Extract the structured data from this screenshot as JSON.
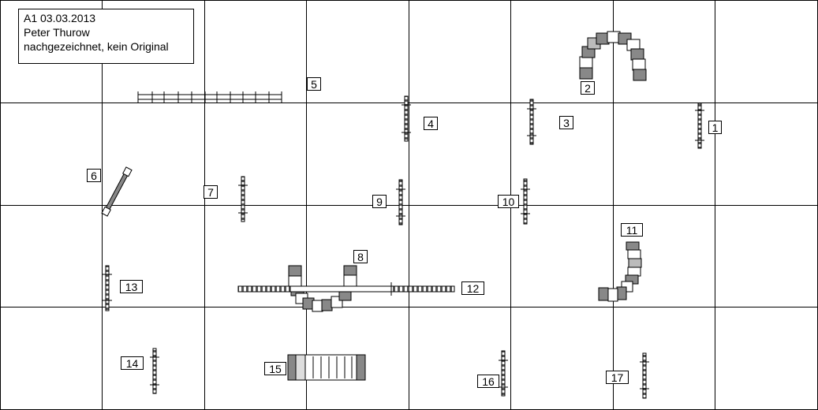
{
  "header": {
    "title": "A1 03.03.2013",
    "author": "Peter Thurow",
    "note": "nachgezeichnet, kein Original"
  },
  "course": {
    "obstacles": [
      {
        "number": "1",
        "type": "jump"
      },
      {
        "number": "2",
        "type": "tunnel"
      },
      {
        "number": "3",
        "type": "jump"
      },
      {
        "number": "4",
        "type": "jump"
      },
      {
        "number": "5",
        "type": "dogwalk"
      },
      {
        "number": "6",
        "type": "jump"
      },
      {
        "number": "7",
        "type": "jump"
      },
      {
        "number": "8",
        "type": "tunnel"
      },
      {
        "number": "9",
        "type": "jump"
      },
      {
        "number": "10",
        "type": "jump"
      },
      {
        "number": "11",
        "type": "tunnel"
      },
      {
        "number": "12",
        "type": "seesaw"
      },
      {
        "number": "13",
        "type": "jump"
      },
      {
        "number": "14",
        "type": "jump"
      },
      {
        "number": "15",
        "type": "chute"
      },
      {
        "number": "16",
        "type": "jump"
      },
      {
        "number": "17",
        "type": "jump"
      }
    ]
  }
}
